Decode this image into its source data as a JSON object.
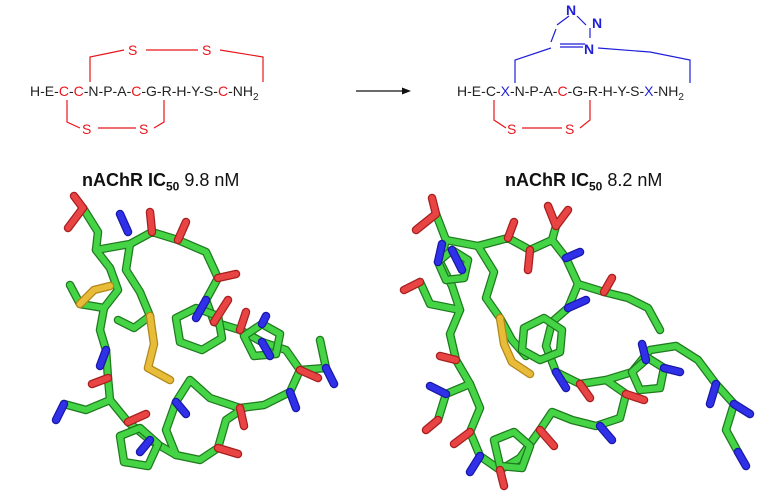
{
  "left": {
    "sequence": [
      "H",
      "E",
      "C",
      "C",
      "N",
      "P",
      "A",
      "C",
      "G",
      "R",
      "H",
      "Y",
      "S",
      "C",
      "NH"
    ],
    "amide_subscript": "2",
    "sulfur_label": "S",
    "assay_label": "nAChR IC",
    "assay_subscript": "50",
    "assay_value": "9.8 nM"
  },
  "right": {
    "sequence": [
      "H",
      "E",
      "C",
      "X",
      "N",
      "P",
      "A",
      "C",
      "G",
      "R",
      "H",
      "Y",
      "S",
      "X",
      "NH"
    ],
    "amide_subscript": "2",
    "sulfur_label": "S",
    "triazole_n": "N",
    "assay_label": "nAChR IC",
    "assay_subscript": "50",
    "assay_value": "8.2 nM"
  },
  "colors": {
    "disulfide": "#e8161c",
    "triazole": "#1f1fd8",
    "text": "#222222",
    "carbon": "#3fd13f",
    "nitrogen": "#2b2bdc",
    "oxygen": "#e03a3a",
    "sulfur": "#e0b030"
  }
}
